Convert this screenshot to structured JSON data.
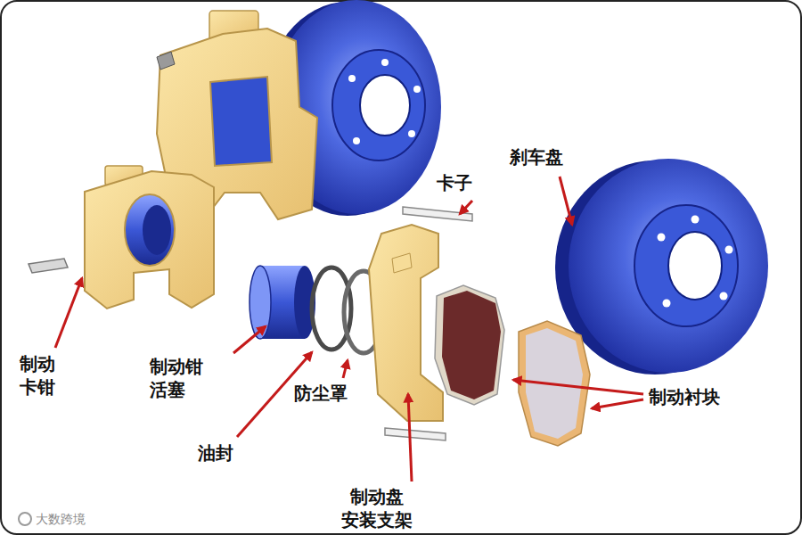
{
  "diagram": {
    "labels": [
      "刹车盘",
      "卡子",
      "制动 卡钳",
      "制动钳 活塞",
      "防尘罩",
      "制动衬块",
      "油封",
      "制动盘 安装支架",
      "大数跨境"
    ]
  }
}
